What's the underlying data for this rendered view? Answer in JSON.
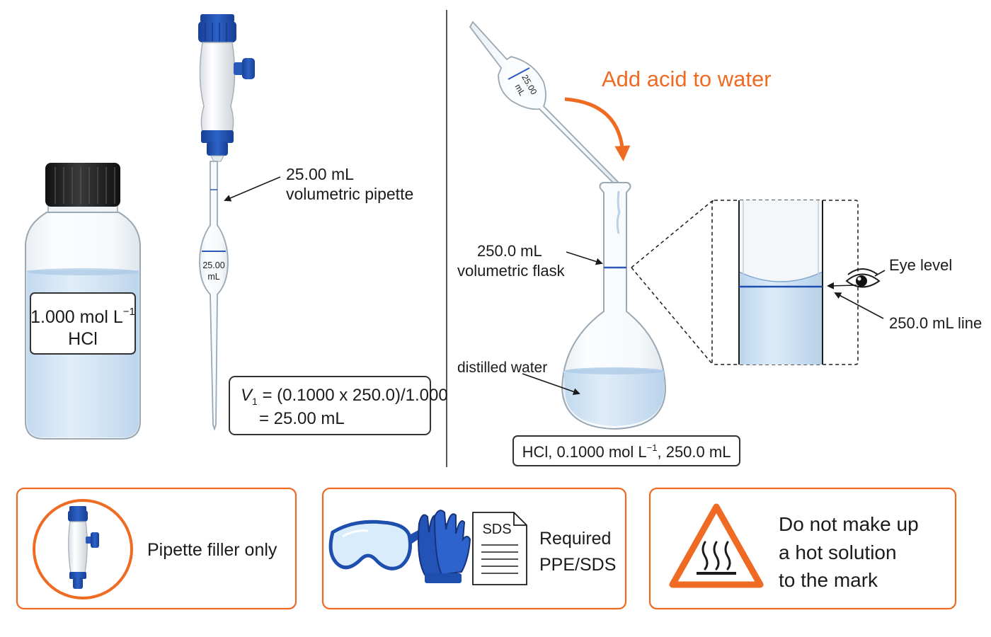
{
  "stock_bottle": {
    "label_line1": "1.000 mol L",
    "label_sup": "−1",
    "label_line2": "HCl"
  },
  "pipette": {
    "callout_line1": "25.00 mL",
    "callout_line2": "volumetric pipette",
    "bulb_line1": "25.00",
    "bulb_line2": "mL"
  },
  "formula": {
    "var": "V",
    "sub": "1",
    "line1_rest": " = (0.1000 x 250.0)/1.000",
    "line2": "= 25.00 mL"
  },
  "flask": {
    "callout_line1": "250.0 mL",
    "callout_line2": "volumetric flask",
    "water_label": "distilled water",
    "pipette_line1": "25.00",
    "pipette_line2": "mL",
    "result_prefix": "HCl, 0.1000 mol L",
    "result_sup": "−1",
    "result_suffix": ", 250.0 mL"
  },
  "acid_note": "Add acid to water",
  "zoom": {
    "eye_level": "Eye level",
    "mark_line": "250.0 mL line"
  },
  "safety": {
    "filler": "Pipette filler only",
    "sds_doc": "SDS",
    "ppe_line1": "Required",
    "ppe_line2": "PPE/SDS",
    "hot_line1": "Do not make up",
    "hot_line2": "a hot solution",
    "hot_line3": "to the mark"
  },
  "colors": {
    "accent_orange": "#ef6a22",
    "cap_blue": "#1f4fae",
    "liquid": "#cfe3f5",
    "glass_stroke": "#9aa8b4"
  },
  "icons": [
    "pipette-filler-icon",
    "safety-goggles-icon",
    "gloves-icon",
    "sds-document-icon",
    "hot-surface-warning-icon",
    "eye-icon"
  ]
}
